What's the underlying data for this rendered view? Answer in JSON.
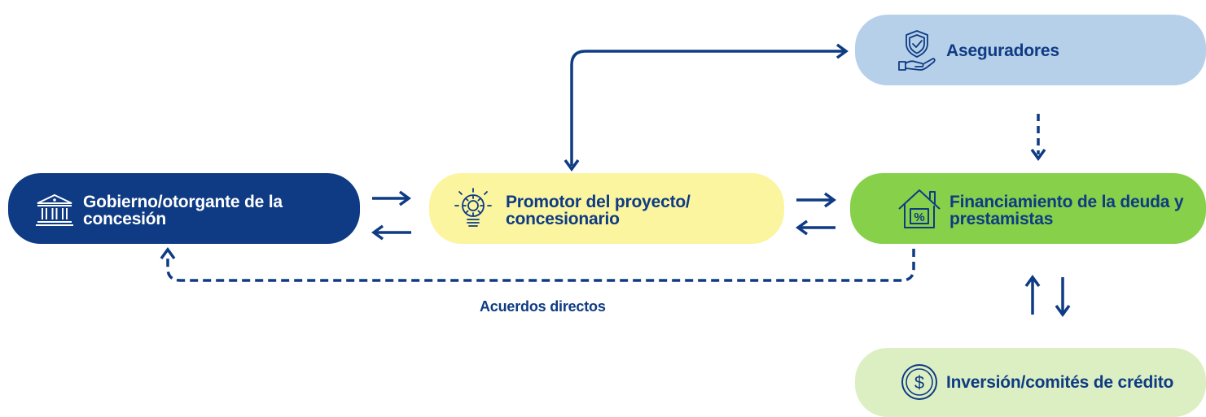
{
  "nodes": {
    "government": {
      "label_line1": "Gobierno/otorgante de la",
      "label_line2": "concesión",
      "icon": "government-building-icon",
      "color": "#0e3b83"
    },
    "promoter": {
      "label_line1": "Promotor del proyecto/",
      "label_line2": "concesionario",
      "icon": "lightbulb-gear-icon",
      "color": "#fbf5a0"
    },
    "financing": {
      "label_line1": "Financiamiento de la deuda y",
      "label_line2": "prestamistas",
      "icon": "house-percent-icon",
      "color": "#86d04a"
    },
    "insurers": {
      "label": "Aseguradores",
      "icon": "shield-hand-icon",
      "color": "#b7d0e9"
    },
    "investment": {
      "label": "Inversión/comités de crédito",
      "icon": "dollar-coin-icon",
      "color": "#dcefc3"
    }
  },
  "edges": {
    "direct_agreements_label": "Acuerdos directos"
  },
  "colors": {
    "arrow": "#0e3b83",
    "text_dark": "#0e3b83"
  }
}
